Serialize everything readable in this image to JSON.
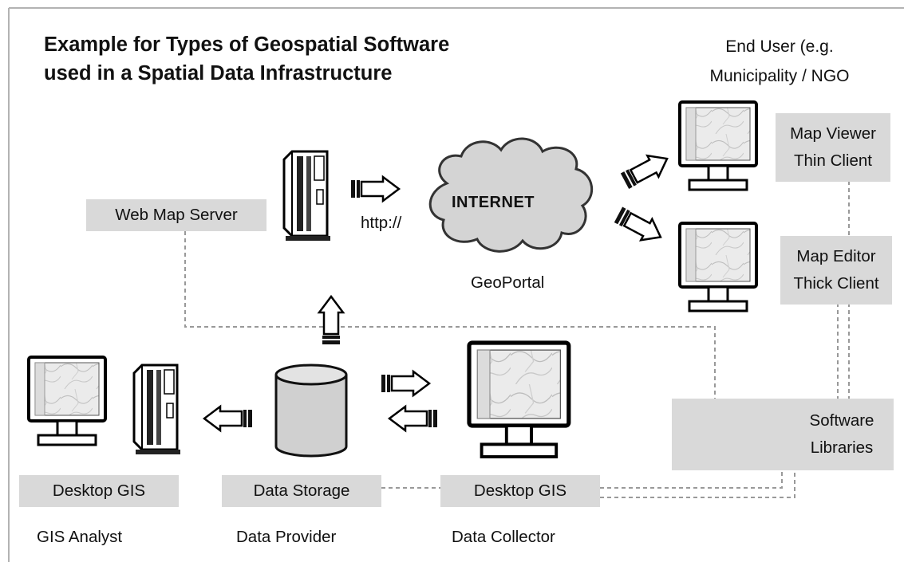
{
  "title": {
    "line1": "Example for Types of Geospatial Software",
    "line2": "used in a Spatial Data Infrastructure"
  },
  "end_user": {
    "line1": "End User (e.g.",
    "line2": "Municipality / NGO"
  },
  "labels": {
    "web_map_server": "Web Map Server",
    "http": "http://",
    "internet": "INTERNET",
    "geoportal": "GeoPortal",
    "map_viewer_line1": "Map Viewer",
    "map_viewer_line2": "Thin Client",
    "map_editor_line1": "Map Editor",
    "map_editor_line2": "Thick Client",
    "software_libraries_line1": "Software",
    "software_libraries_line2": "Libraries",
    "desktop_gis_left": "Desktop GIS",
    "data_storage": "Data Storage",
    "desktop_gis_right": "Desktop GIS",
    "gis_analyst": "GIS Analyst",
    "data_provider": "Data Provider",
    "data_collector": "Data Collector"
  },
  "icons": [
    "server-tower-icon",
    "cloud-icon",
    "monitor-icon",
    "database-cylinder-icon",
    "network-device-icon",
    "arrow-icon"
  ]
}
